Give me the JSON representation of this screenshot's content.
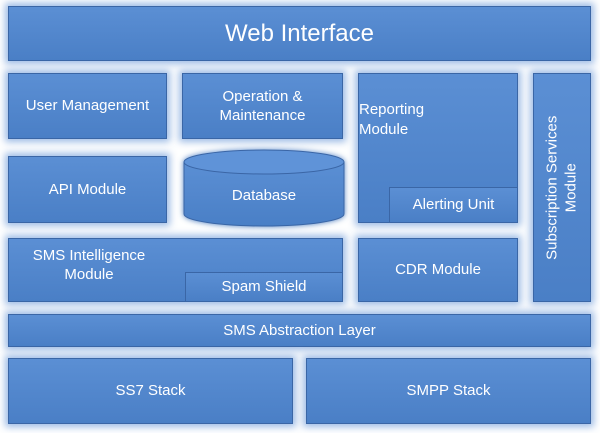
{
  "web_interface": "Web Interface",
  "user_management": "User Management",
  "operation_maintenance": [
    "Operation &",
    "Maintenance"
  ],
  "reporting_module": [
    "Reporting",
    "Module"
  ],
  "alerting_unit": "Alerting Unit",
  "subscription_services": [
    "Subscription Services",
    "Module"
  ],
  "api_module": "API Module",
  "database": "Database",
  "sms_intelligence": [
    "SMS Intelligence",
    "Module"
  ],
  "spam_shield": "Spam Shield",
  "cdr_module": "CDR Module",
  "sms_abstraction_layer": "SMS Abstraction Layer",
  "ss7_stack": "SS7 Stack",
  "smpp_stack": "SMPP Stack"
}
